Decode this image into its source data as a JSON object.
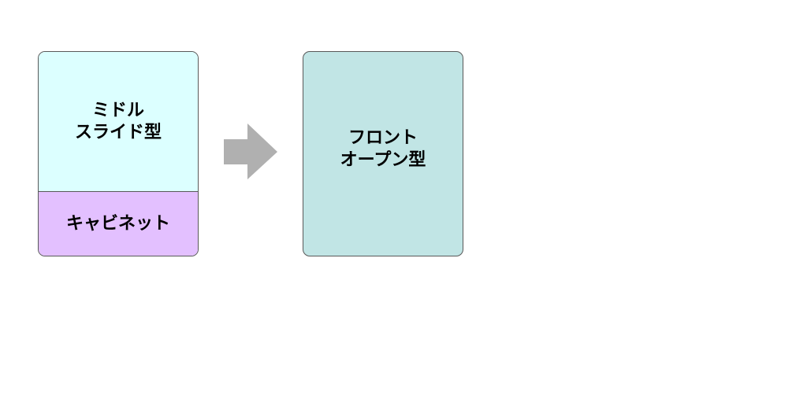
{
  "left_box": {
    "upper_label": [
      "ミドル",
      "スライド型"
    ],
    "lower_label": "キャビネット",
    "upper_color": "#dcffff",
    "lower_color": "#e3c0ff"
  },
  "arrow": {
    "icon": "right-arrow-icon",
    "color": "#b0b0b0"
  },
  "right_box": {
    "label": [
      "フロント",
      "オープン型"
    ],
    "color": "#c1e5e5"
  }
}
